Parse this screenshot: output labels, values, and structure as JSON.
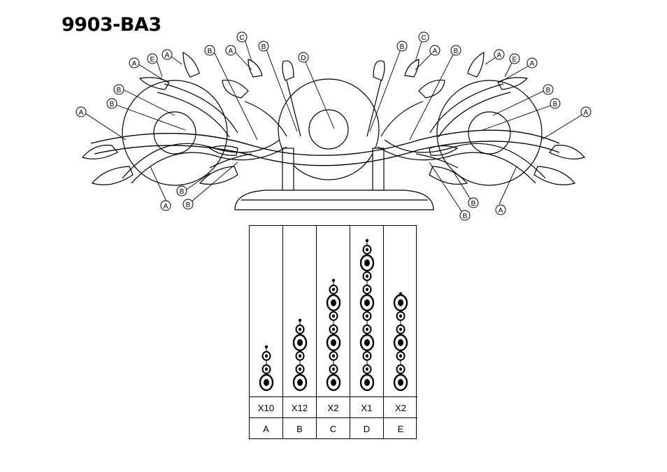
{
  "title": "9903-BA3",
  "callouts": [
    "A",
    "B",
    "C",
    "D",
    "E"
  ],
  "parts": [
    {
      "letter": "A",
      "quantity": "X10"
    },
    {
      "letter": "B",
      "quantity": "X12"
    },
    {
      "letter": "C",
      "quantity": "X2"
    },
    {
      "letter": "D",
      "quantity": "X1"
    },
    {
      "letter": "E",
      "quantity": "X2"
    }
  ]
}
